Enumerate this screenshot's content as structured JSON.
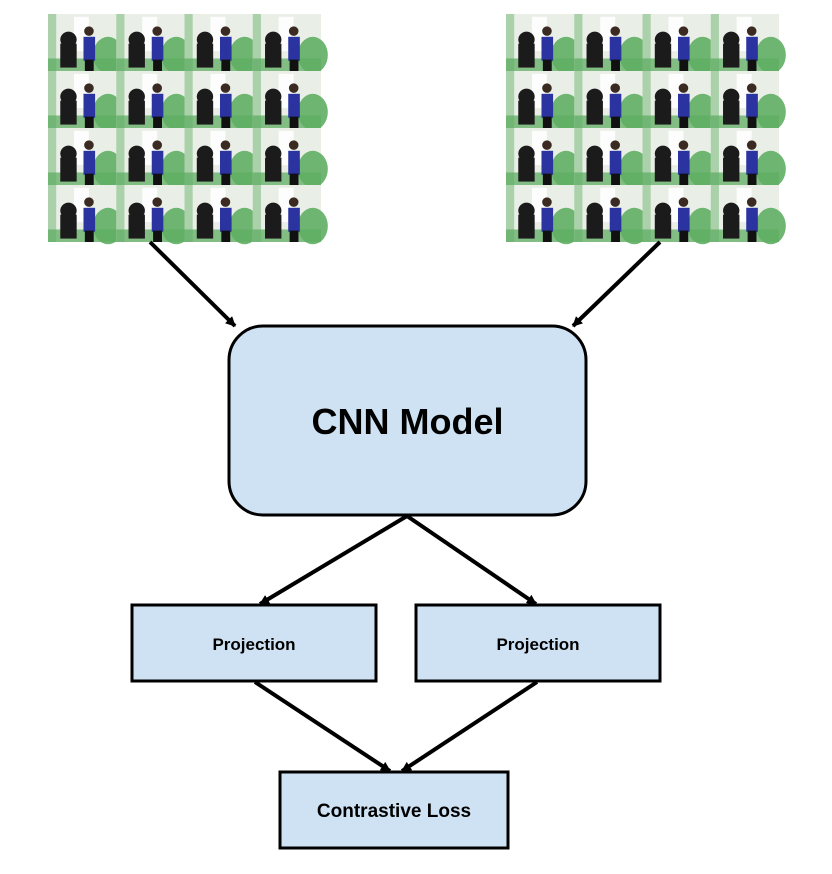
{
  "nodes": {
    "cnn_model": "CNN Model",
    "projection_left": "Projection",
    "projection_right": "Projection",
    "contrastive_loss": "Contrastive Loss"
  },
  "frame_grids": [
    {
      "name": "video-clip-left",
      "rows": 4,
      "cols": 4
    },
    {
      "name": "video-clip-right",
      "rows": 4,
      "cols": 4
    }
  ],
  "colors": {
    "box_fill": "#cfe2f3",
    "box_stroke": "#000000",
    "arrow": "#000000",
    "frame_bg_light": "#e9efe6",
    "frame_green": "#5fae63",
    "frame_dark": "#1b1b1b",
    "frame_blue": "#2a33a0"
  }
}
